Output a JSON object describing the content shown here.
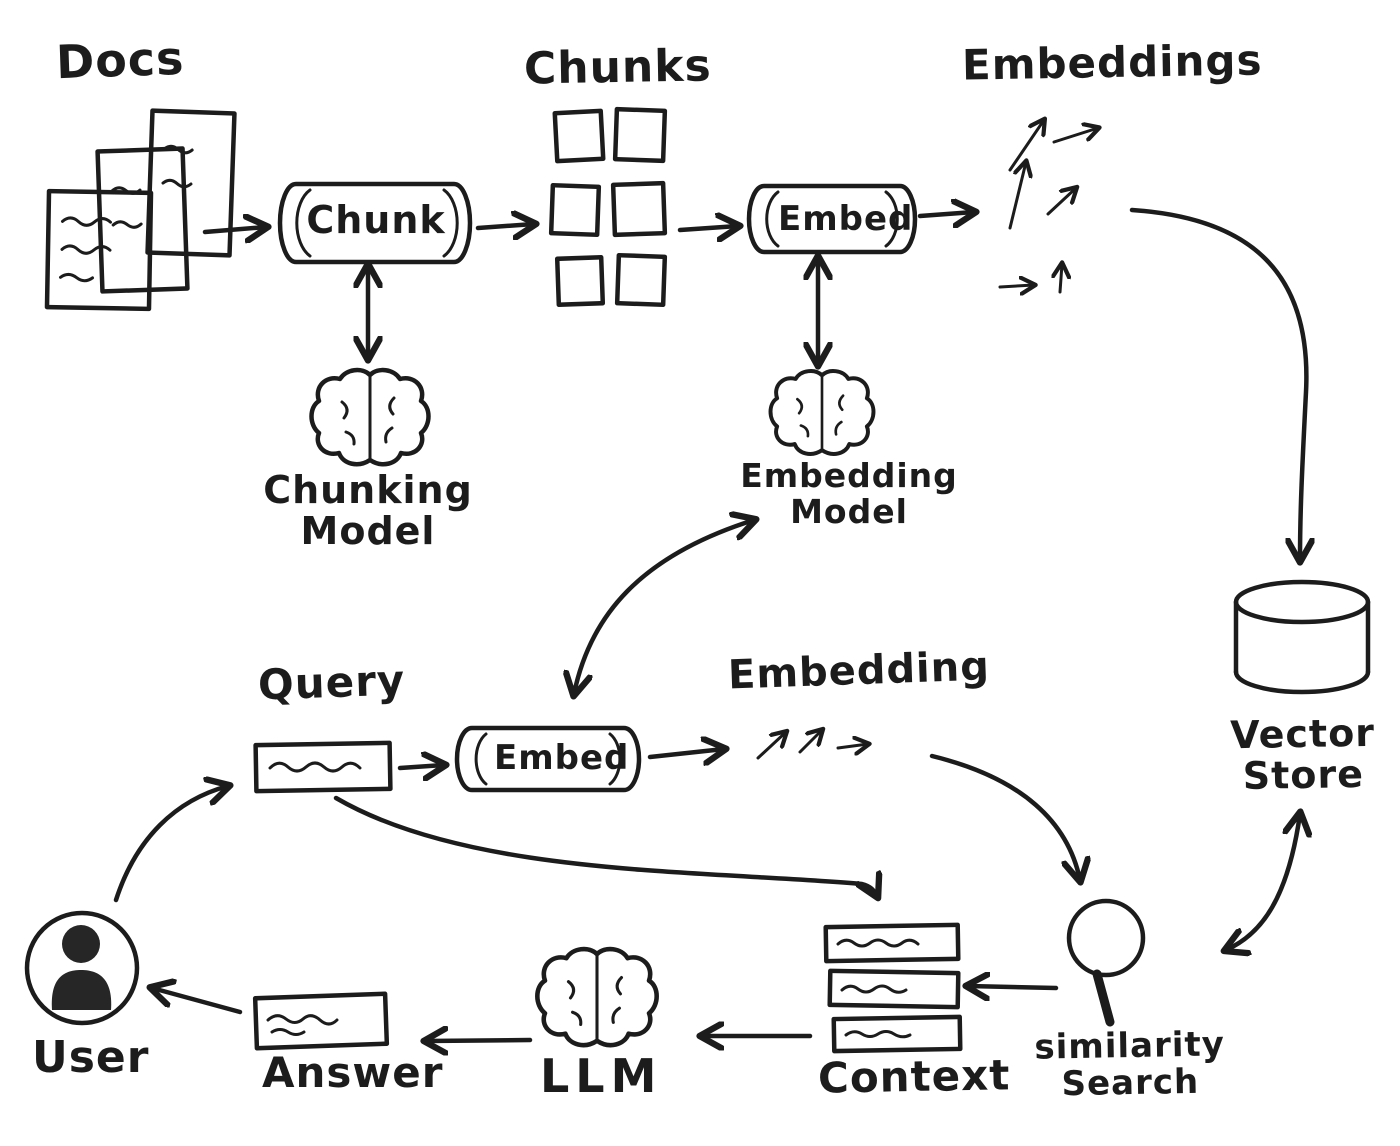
{
  "labels": {
    "docs": "Docs",
    "chunks": "Chunks",
    "embeddings_top": "Embeddings",
    "chunk_process": "Chunk",
    "embed_process": "Embed",
    "chunking_model": "Chunking Model",
    "embedding_model": "Embedding Model",
    "vector_store": "Vector Store",
    "query": "Query",
    "embed_query_process": "Embed",
    "query_embedding": "Embedding",
    "similarity_search": "similarity Search",
    "context": "Context",
    "llm": "LLM",
    "answer": "Answer",
    "user": "User"
  },
  "colors": {
    "ink": "#1c1c1c",
    "background": "#ffffff"
  },
  "icons": {
    "documents": "document-stack-icon",
    "chunking_model": "brain-icon",
    "embedding_model": "brain-icon",
    "llm": "brain-icon",
    "vector_store": "database-cylinder-icon",
    "similarity_search": "magnifier-icon",
    "user": "person-icon"
  }
}
